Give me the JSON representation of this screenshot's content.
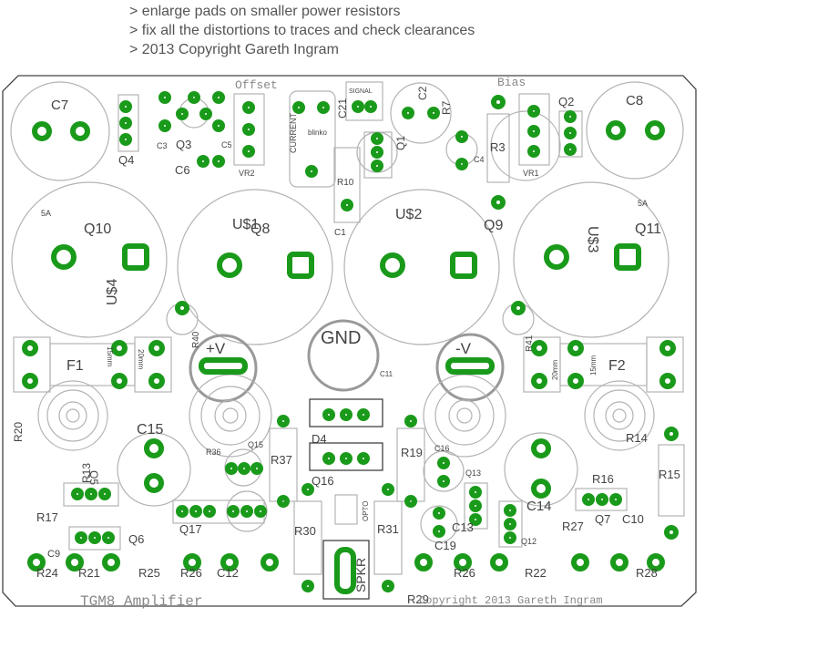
{
  "notes": [
    "> enlarge pads on smaller power resistors",
    "> fix all the distortions to traces and check clearances",
    "> 2013 Copyright Gareth Ingram"
  ],
  "board": {
    "title": "TGM8 Amplifier",
    "copyright": "Copyright 2013 Gareth Ingram",
    "r29": "R29"
  },
  "labels": {
    "offset": "Offset",
    "bias": "Bias",
    "signal": "SIGNAL",
    "current": "CURRENT",
    "blinko": "blinko",
    "c7": "C7",
    "c8": "C8",
    "q4": "Q4",
    "c3": "C3",
    "q3": "Q3",
    "c5": "C5",
    "c6": "C6",
    "vr2": "VR2",
    "c21": "C21",
    "c2": "C2",
    "r7": "R7",
    "q1": "Q1",
    "c4": "C4",
    "r3": "R3",
    "vr1": "VR1",
    "q2": "Q2",
    "c1": "C1",
    "r10": "R10",
    "a5l": "5A",
    "a5r": "5A",
    "q10": "Q10",
    "q8": "Q8",
    "q9": "Q9",
    "q11": "Q11",
    "u1": "U$1",
    "u2": "U$2",
    "u3": "U$3",
    "u4": "U$4",
    "r40": "R40",
    "r41": "R41",
    "pv": "+V",
    "gnd": "GND",
    "nv": "-V",
    "c11": "C11",
    "f1": "F1",
    "f2": "F2",
    "mm15a": "15mm",
    "mm20a": "20mm",
    "mm20b": "20mm",
    "mm15b": "15mm",
    "r20": "R20",
    "c15": "C15",
    "r36": "R36",
    "q15": "Q15",
    "r37": "R37",
    "d4": "D4",
    "q16": "Q16",
    "r19": "R19",
    "c16": "C16",
    "q13": "Q13",
    "c14": "C14",
    "r14": "R14",
    "r15": "R15",
    "r16": "R16",
    "r13": "R13",
    "q5": "Q5",
    "r17": "R17",
    "q6": "Q6",
    "c9": "C9",
    "q17": "Q17",
    "r30": "R30",
    "opto": "OPTO",
    "r31": "R31",
    "c19": "C19",
    "c13": "C13",
    "q12": "Q12",
    "r27": "R27",
    "q7": "Q7",
    "c10": "C10",
    "r24": "R24",
    "r21": "R21",
    "r25": "R25",
    "r26a": "R26",
    "c12": "C12",
    "spkr": "SPKR",
    "r26b": "R26",
    "r22": "R22",
    "r28": "R28"
  },
  "colors": {
    "pad": "#1a9a1a",
    "silk": "#b0b0b0",
    "outline": "#333333"
  }
}
